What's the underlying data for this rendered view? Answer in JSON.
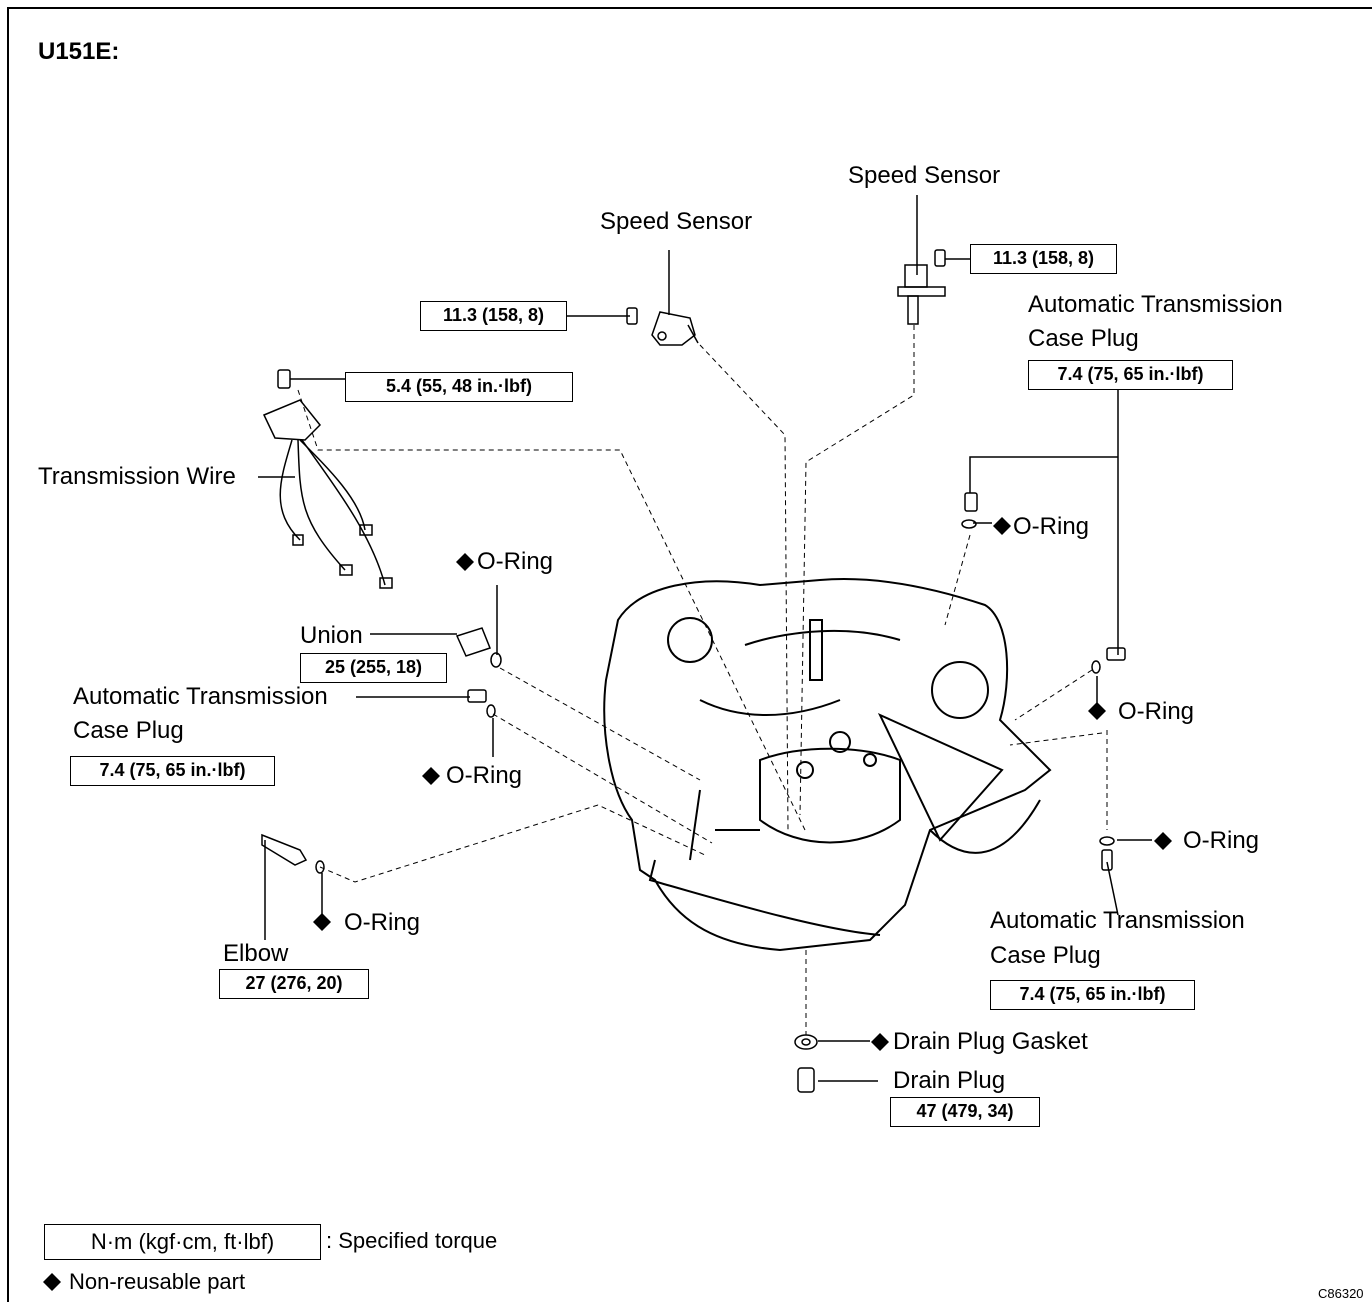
{
  "title": "U151E:",
  "labels": {
    "speed_sensor_left": "Speed Sensor",
    "speed_sensor_right": "Speed Sensor",
    "transmission_wire": "Transmission Wire",
    "union": "Union",
    "case_plug_left_line1": "Automatic Transmission",
    "case_plug_left_line2": "Case Plug",
    "case_plug_top_line1": "Automatic Transmission",
    "case_plug_top_line2": "Case Plug",
    "case_plug_bottom_line1": "Automatic Transmission",
    "case_plug_bottom_line2": "Case Plug",
    "elbow": "Elbow",
    "oring_union": "O-Ring",
    "oring_case_plug_left": "O-Ring",
    "oring_elbow": "O-Ring",
    "oring_top": "O-Ring",
    "oring_right_mid": "O-Ring",
    "oring_right_low": "O-Ring",
    "drain_plug_gasket": "Drain Plug Gasket",
    "drain_plug": "Drain Plug"
  },
  "torques": {
    "speed_sensor_left": "11.3 (158, 8)",
    "speed_sensor_right": "11.3 (158, 8)",
    "transmission_wire": "5.4 (55, 48 in.·lbf)",
    "case_plug_top": "7.4 (75, 65 in.·lbf)",
    "union": "25 (255, 18)",
    "case_plug_left": "7.4 (75, 65 in.·lbf)",
    "elbow": "27 (276, 20)",
    "case_plug_bottom": "7.4 (75, 65 in.·lbf)",
    "drain_plug": "47 (479, 34)"
  },
  "legend": {
    "unit_box": "N·m (kgf·cm, ft·lbf)",
    "unit_desc": ": Specified torque",
    "non_reusable": "Non-reusable part"
  },
  "figure_code": "C86320",
  "icons": {
    "non_reusable_marker": "diamond-icon"
  }
}
